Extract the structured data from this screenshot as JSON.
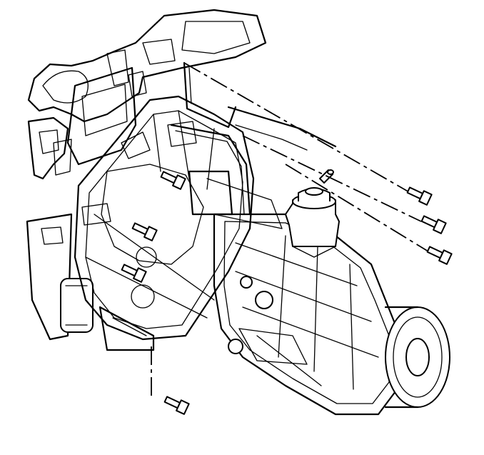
{
  "figure": {
    "colors": {
      "line": "#000000",
      "background": "#ffffff"
    },
    "parts": [
      {
        "name": "engine-block",
        "icon": "engine-outline"
      },
      {
        "name": "transmission-case",
        "icon": "transmission-outline"
      },
      {
        "name": "shift-tower",
        "icon": "shifter-outline"
      },
      {
        "name": "output-flange",
        "icon": "flange-outline"
      },
      {
        "name": "bellhousing-bolts",
        "count": 7,
        "icon": "bolt-icon"
      }
    ]
  }
}
